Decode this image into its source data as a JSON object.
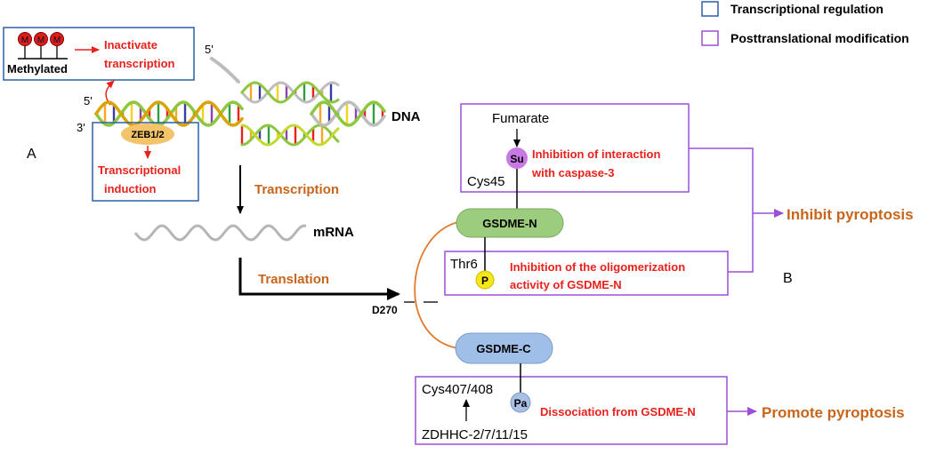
{
  "legend": {
    "transcriptional": "Transcriptional regulation",
    "posttranslational": "Posttranslational modification"
  },
  "colors": {
    "transcriptional_box": "#2e5fa8",
    "posttranslational_box": "#9b4fd6",
    "red_text": "#e8211c",
    "orange_text": "#c8651b",
    "methyl_red": "#d81e1e",
    "gsdme_n_green": "#9ccd7e",
    "gsdme_c_blue": "#9fbfe8",
    "su_purple": "#c77ae6",
    "p_yellow": "#f6e61a",
    "pa_blue": "#a8bfe6",
    "zeb_orange": "#f3c46a",
    "connector_orange": "#e07a2e"
  },
  "panel_a": {
    "label": "A",
    "methyl_mark": "M",
    "methylated": "Methylated",
    "inactivate_line1": "Inactivate",
    "inactivate_line2": "transcription",
    "five_prime_top": "5'",
    "five_prime_left": "5'",
    "three_prime": "3'",
    "dna": "DNA",
    "zeb": "ZEB1/2",
    "induction_line1": "Transcriptional",
    "induction_line2": "induction",
    "transcription": "Transcription",
    "mrna": "mRNA",
    "translation": "Translation",
    "d270": "D270"
  },
  "panel_b": {
    "label": "B",
    "fumarate": "Fumarate",
    "su": "Su",
    "cys45": "Cys45",
    "su_effect_line1": "Inhibition of interaction",
    "su_effect_line2": "with caspase-3",
    "gsdme_n": "GSDME-N",
    "thr6": "Thr6",
    "p": "P",
    "p_effect_line1": "Inhibition of the oligomerization",
    "p_effect_line2": "activity of GSDME-N",
    "inhibit": "Inhibit pyroptosis",
    "gsdme_c": "GSDME-C",
    "cys407": "Cys407/408",
    "pa": "Pa",
    "pa_effect": "Dissociation from GSDME-N",
    "zdhhc": "ZDHHC-2/7/11/15",
    "promote": "Promote pyroptosis"
  }
}
